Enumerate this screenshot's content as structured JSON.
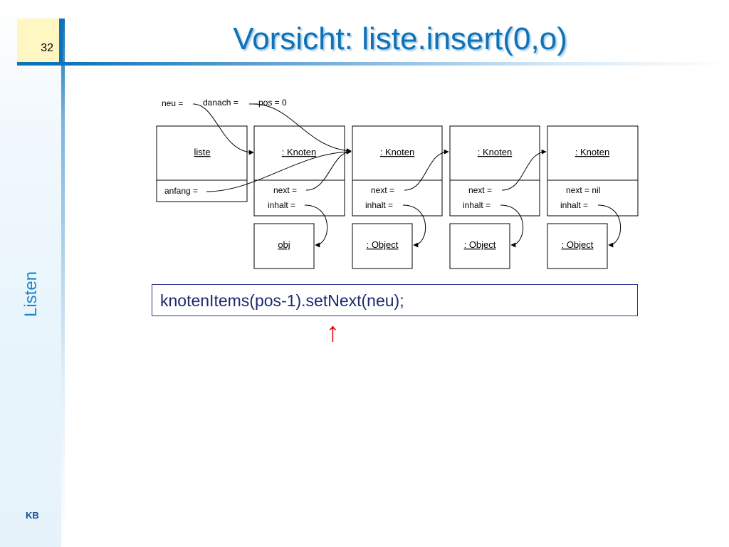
{
  "slide": {
    "page_number": "32",
    "title": "Vorsicht: liste.insert(0,o)",
    "side_label": "Listen",
    "footer": "KB",
    "code": "knotenItems(pos-1).setNext(neu);",
    "pointer_arrow": "↑"
  },
  "diagram": {
    "variables": {
      "neu": "neu  =",
      "danach": "danach  =",
      "pos": "pos  =  0"
    },
    "liste": {
      "name": "liste",
      "field": "anfang  ="
    },
    "knoten": [
      {
        "label": ": Knoten",
        "next": "next  =",
        "inhalt": "inhalt  ="
      },
      {
        "label": ": Knoten",
        "next": "next  =",
        "inhalt": "inhalt  ="
      },
      {
        "label": ": Knoten",
        "next": "next  =",
        "inhalt": "inhalt  ="
      },
      {
        "label": ": Knoten",
        "next": "next  =  nil",
        "inhalt": "inhalt  ="
      }
    ],
    "objects": [
      "obj",
      ": Object",
      ": Object",
      ": Object"
    ]
  },
  "colors": {
    "accent": "#0e72b8",
    "title": "#0e72b8",
    "page_box": "#fff7c2",
    "code_text": "#1c2a6f",
    "arrow": "#e30613"
  }
}
